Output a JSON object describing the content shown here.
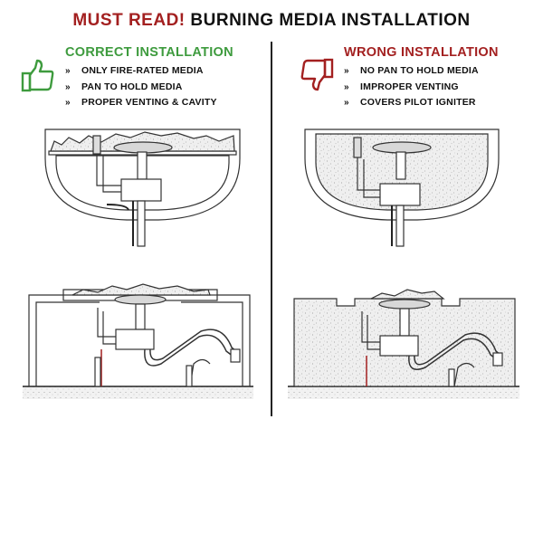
{
  "title": {
    "highlight": "MUST READ!",
    "rest": "BURNING MEDIA INSTALLATION",
    "highlight_color": "#a32020"
  },
  "correct": {
    "heading": "CORRECT INSTALLATION",
    "color": "#3e9b3e",
    "icon": "thumbs-up-icon",
    "bullet": "»",
    "items": [
      "ONLY FIRE-RATED MEDIA",
      "PAN TO HOLD MEDIA",
      "PROPER VENTING & CAVITY"
    ]
  },
  "wrong": {
    "heading": "WRONG INSTALLATION",
    "color": "#a32020",
    "icon": "thumbs-down-icon",
    "bullet": "»",
    "items": [
      "NO PAN TO HOLD MEDIA",
      "IMPROPER VENTING",
      "COVERS PILOT IGNITER"
    ]
  }
}
